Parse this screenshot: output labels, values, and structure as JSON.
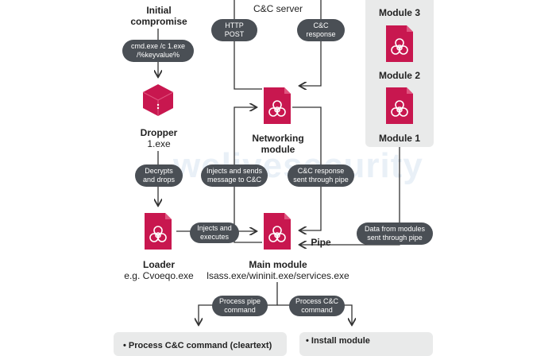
{
  "watermark": "welivesecurity",
  "initial": {
    "line1": "Initial",
    "line2": "compromise"
  },
  "cmd": {
    "line1": "cmd.exe /c 1.exe",
    "line2": "/%keyvalue%"
  },
  "dropper": {
    "title": "Dropper",
    "sub": "1.exe"
  },
  "decrypts": {
    "line1": "Decrypts",
    "line2": "and drops"
  },
  "loader": {
    "title": "Loader",
    "sub": "e.g. Cvoeqo.exe"
  },
  "injects_exec": {
    "line1": "Injects and",
    "line2": "executes"
  },
  "cc_server": "C&C server",
  "http_post": {
    "line1": "HTTP",
    "line2": "POST"
  },
  "cc_response": {
    "line1": "C&C",
    "line2": "response"
  },
  "networking": {
    "line1": "Networking",
    "line2": "module"
  },
  "injects_sends": {
    "line1": "Injects and sends",
    "line2": "message to C&C"
  },
  "cc_resp_pipe": {
    "line1": "C&C response",
    "line2": "sent through pipe"
  },
  "main_module": {
    "title": "Main module",
    "sub": "lsass.exe/wininit.exe/services.exe"
  },
  "pipe": "Pipe",
  "data_from_modules": {
    "line1": "Data from modules",
    "line2": "sent through pipe"
  },
  "modules": {
    "m3": "Module 3",
    "m2": "Module 2",
    "m1": "Module 1"
  },
  "process_pipe": {
    "line1": "Process pipe",
    "line2": "command"
  },
  "process_cc": {
    "line1": "Process C&C",
    "line2": "command"
  },
  "bottom_left_item": "• Process C&C command (cleartext)",
  "bottom_right_item": "• Install module",
  "colors": {
    "accent": "#c8174f",
    "pill": "#4a4f55",
    "panel": "#e9eaea"
  }
}
